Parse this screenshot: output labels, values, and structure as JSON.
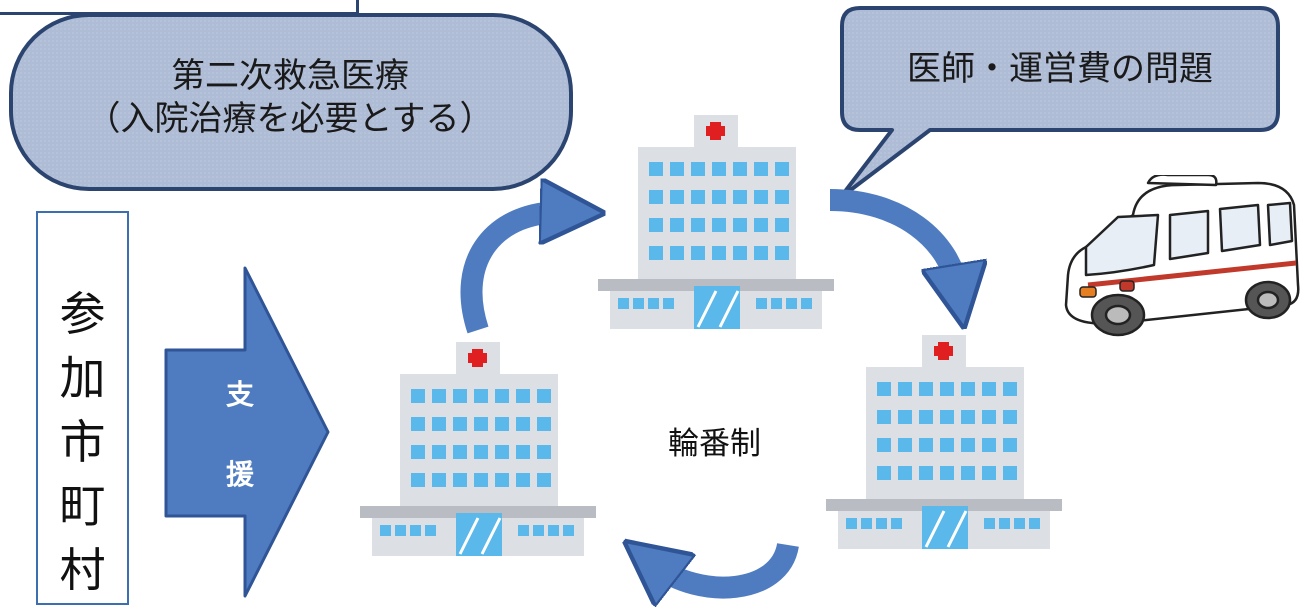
{
  "bubble_left": {
    "text": "第二次救急医療\n（入院治療を必要とする）"
  },
  "bubble_right": {
    "text": "医師・運営費の問題"
  },
  "side_box": {
    "text": "参\n加\n市\n町\n村"
  },
  "support_arrow": {
    "text": "支\n援"
  },
  "center": {
    "text": "輪番制"
  },
  "colors": {
    "bubble_fill": "#aebcd6",
    "bubble_stroke": "#2c4470",
    "arrow_fill": "#4f7cc0",
    "arrow_stroke": "#2f5597",
    "building": "#dcdfe3",
    "building_dark": "#b9bdc3",
    "window": "#5bb8ea",
    "cross": "#e02020"
  }
}
